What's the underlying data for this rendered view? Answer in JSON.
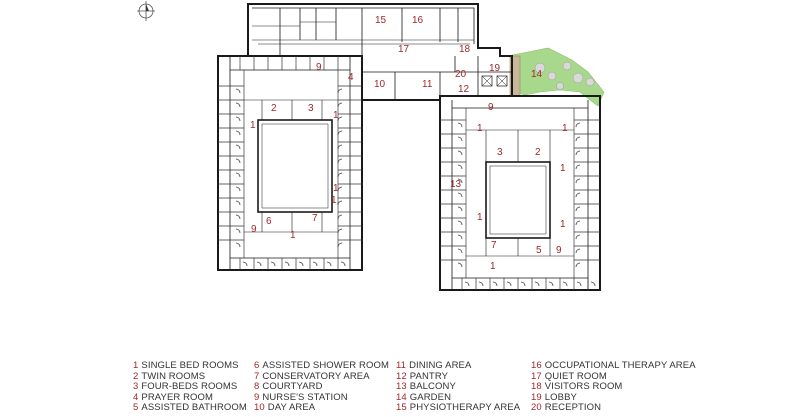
{
  "colors": {
    "wall": "#1a1a1a",
    "thin_line": "#6a6a6a",
    "number": "#a0282a",
    "legend_text": "#333333",
    "garden": "#a8d88c",
    "tree": "#d9d9d9"
  },
  "icons": {
    "north_arrow": "north-arrow-icon"
  },
  "plan_labels": [
    {
      "id": "l15",
      "text": "15"
    },
    {
      "id": "l16",
      "text": "16"
    },
    {
      "id": "l17",
      "text": "17"
    },
    {
      "id": "l18",
      "text": "18"
    },
    {
      "id": "l9a",
      "text": "9"
    },
    {
      "id": "l4",
      "text": "4"
    },
    {
      "id": "l10",
      "text": "10"
    },
    {
      "id": "l11",
      "text": "11"
    },
    {
      "id": "l20",
      "text": "20"
    },
    {
      "id": "l19",
      "text": "19"
    },
    {
      "id": "l12",
      "text": "12"
    },
    {
      "id": "l14",
      "text": "14"
    },
    {
      "id": "l2a",
      "text": "2"
    },
    {
      "id": "l3a",
      "text": "3"
    },
    {
      "id": "l1a",
      "text": "1"
    },
    {
      "id": "l1b",
      "text": "1"
    },
    {
      "id": "l1c",
      "text": "1"
    },
    {
      "id": "l1d",
      "text": "1"
    },
    {
      "id": "l6",
      "text": "6"
    },
    {
      "id": "l7a",
      "text": "7"
    },
    {
      "id": "l9b",
      "text": "9"
    },
    {
      "id": "l1e",
      "text": "1"
    },
    {
      "id": "l9c",
      "text": "9"
    },
    {
      "id": "l1f",
      "text": "1"
    },
    {
      "id": "l1g",
      "text": "1"
    },
    {
      "id": "l3b",
      "text": "3"
    },
    {
      "id": "l2b",
      "text": "2"
    },
    {
      "id": "l1h",
      "text": "1"
    },
    {
      "id": "l13",
      "text": "13"
    },
    {
      "id": "l1i",
      "text": "1"
    },
    {
      "id": "l1j",
      "text": "1"
    },
    {
      "id": "l7b",
      "text": "7"
    },
    {
      "id": "l5",
      "text": "5"
    },
    {
      "id": "l9d",
      "text": "9"
    },
    {
      "id": "l1k",
      "text": "1"
    }
  ],
  "legend": [
    [
      {
        "num": "1",
        "label": "SINGLE BED ROOMS"
      },
      {
        "num": "2",
        "label": "TWIN ROOMS"
      },
      {
        "num": "3",
        "label": "FOUR-BEDS ROOMS"
      },
      {
        "num": "4",
        "label": "PRAYER ROOM"
      },
      {
        "num": "5",
        "label": "ASSISTED BATHROOM"
      }
    ],
    [
      {
        "num": "6",
        "label": "ASSISTED SHOWER ROOM"
      },
      {
        "num": "7",
        "label": "CONSERVATORY AREA"
      },
      {
        "num": "8",
        "label": "COURTYARD"
      },
      {
        "num": "9",
        "label": "NURSE'S STATION"
      },
      {
        "num": "10",
        "label": "DAY AREA"
      }
    ],
    [
      {
        "num": "11",
        "label": "DINING AREA"
      },
      {
        "num": "12",
        "label": "PANTRY"
      },
      {
        "num": "13",
        "label": "BALCONY"
      },
      {
        "num": "14",
        "label": "GARDEN"
      },
      {
        "num": "15",
        "label": "PHYSIOTHERAPY AREA"
      }
    ],
    [
      {
        "num": "16",
        "label": "OCCUPATIONAL THERAPY AREA"
      },
      {
        "num": "17",
        "label": "QUIET ROOM"
      },
      {
        "num": "18",
        "label": "VISITORS ROOM"
      },
      {
        "num": "19",
        "label": "LOBBY"
      },
      {
        "num": "20",
        "label": "RECEPTION"
      }
    ]
  ]
}
